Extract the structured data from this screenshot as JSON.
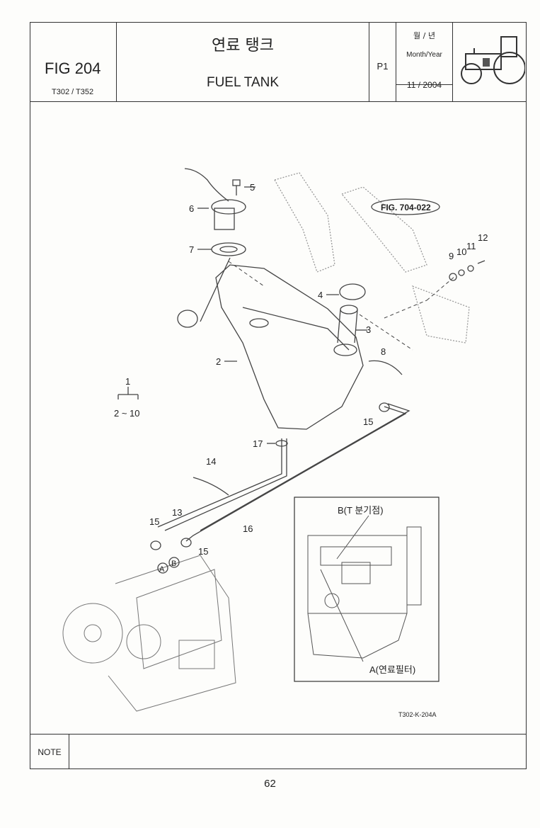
{
  "header": {
    "figure": "FIG 204",
    "models": "T302 / T352",
    "title_korean": "연료 탱크",
    "title_english": "FUEL TANK",
    "page_code": "P1",
    "date_label_korean": "월 / 년",
    "date_label_english": "Month/Year",
    "date_value": "11 / 2004"
  },
  "diagram": {
    "callout_reference": "FIG. 704-022",
    "assembly_number": "1",
    "assembly_range": "2 ~ 10",
    "part_labels": [
      "2",
      "3",
      "4",
      "5",
      "6",
      "7",
      "8",
      "9",
      "10",
      "11",
      "12",
      "13",
      "14",
      "15",
      "16",
      "17"
    ],
    "label_15b": "15",
    "label_15c": "15",
    "marker_a": "A",
    "marker_b": "B",
    "inset_label_b": "B(T 분기점)",
    "inset_label_a": "A(연료필터)",
    "drawing_code": "T302-K-204A"
  },
  "footer": {
    "note_label": "NOTE",
    "note_text": "",
    "page_number": "62"
  }
}
